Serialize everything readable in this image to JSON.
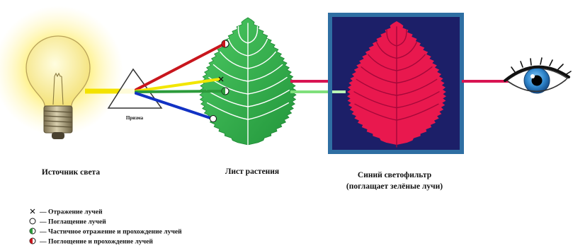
{
  "labels": {
    "light_source": "Источник света",
    "prism": "Призма",
    "leaf": "Лист растения",
    "filter_line1": "Синий светофильтр",
    "filter_line2": "(поглащает зелёные лучи)"
  },
  "legend": [
    {
      "symbol": "cross",
      "text": "— Отражение лучей"
    },
    {
      "symbol": "open-circle",
      "text": "— Поглащение лучей"
    },
    {
      "symbol": "half-green-circle",
      "text": "— Частичное отражение и прохождение лучей"
    },
    {
      "symbol": "half-red-circle",
      "text": "— Поглощение и прохождение лучей"
    }
  ],
  "colors": {
    "beam_yellow": "#f3e200",
    "ray_red": "#c8161d",
    "ray_yellow": "#f2e600",
    "ray_green": "#2c9b3b",
    "ray_blue": "#1232c4",
    "transmitted_red": "#d81452",
    "transmitted_green": "#7fe07c",
    "leaf_green": "#34b04a",
    "leaf_red": "#e9184e",
    "filter_fill": "#1c1f68",
    "filter_border": "#2f6fa3",
    "iris_blue": "#2f86cc"
  }
}
